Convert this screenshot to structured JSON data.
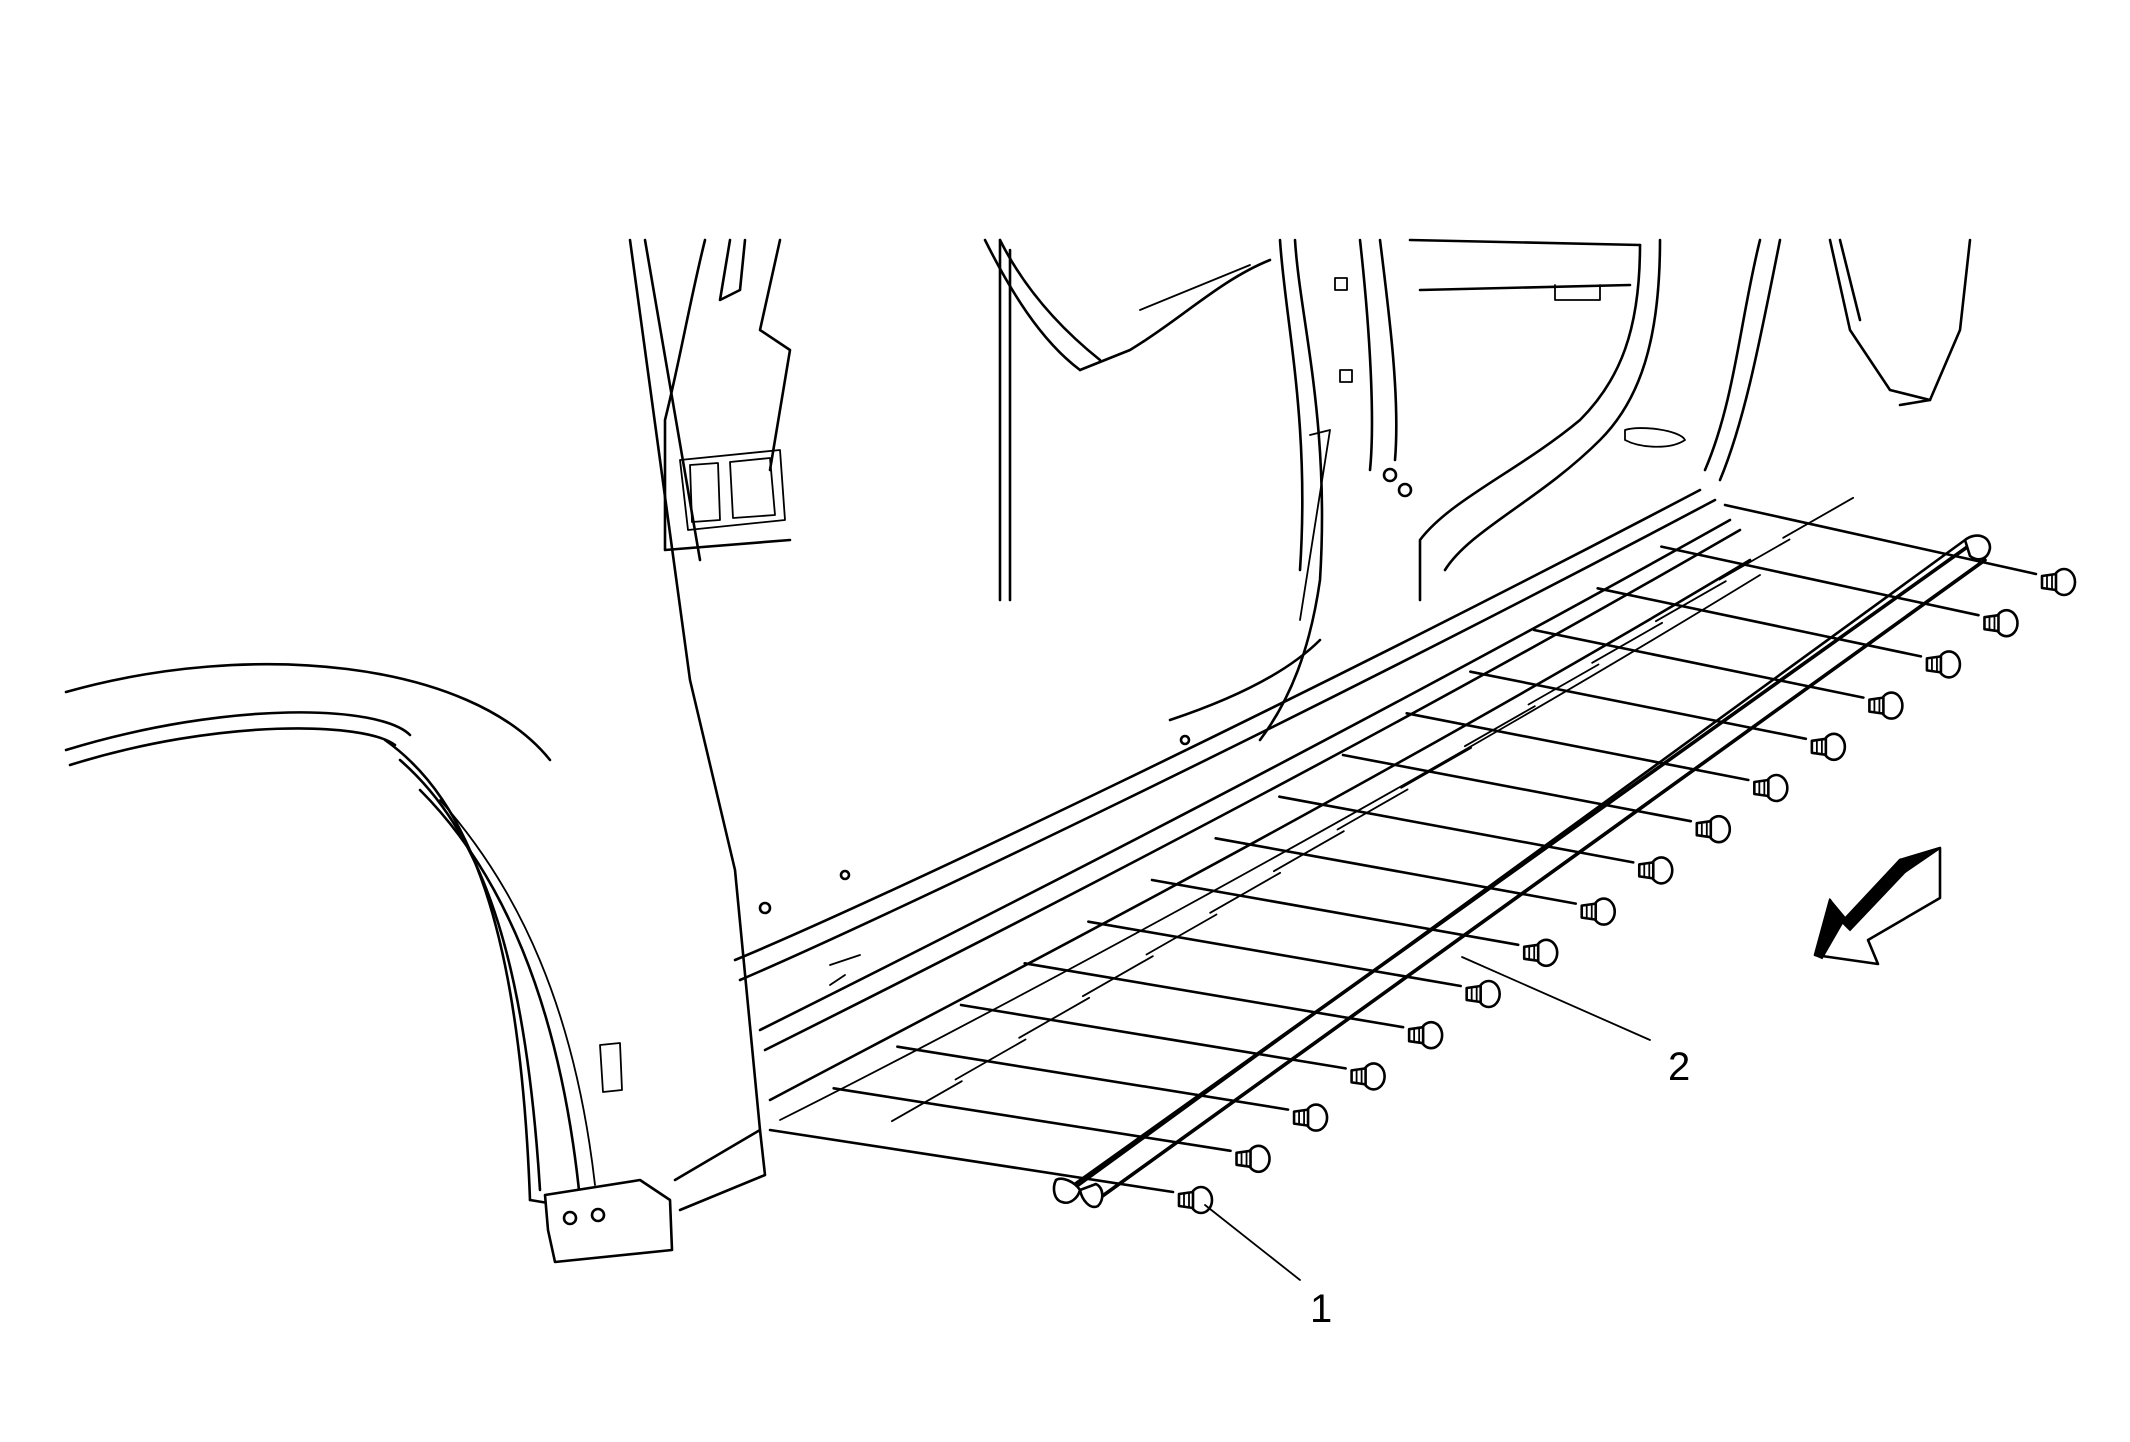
{
  "callouts": [
    {
      "number": "1",
      "name": "fastener"
    },
    {
      "number": "2",
      "name": "rocker-panel-molding"
    }
  ],
  "fastener_count": 16,
  "icons": {
    "direction": "front-of-vehicle-arrow-icon"
  }
}
